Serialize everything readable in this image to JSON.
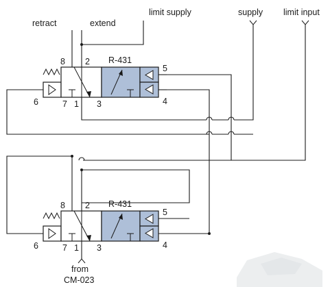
{
  "labels": {
    "retract": "retract",
    "extend": "extend",
    "limit_supply": "limit supply",
    "supply": "supply",
    "limit_input": "limit input",
    "from": "from",
    "source": "CM-023"
  },
  "valves": [
    {
      "model": "R-431",
      "ports": {
        "p8": "8",
        "p2": "2",
        "p5": "5",
        "p6": "6",
        "p7": "7",
        "p1": "1",
        "p3": "3",
        "p4": "4"
      }
    },
    {
      "model": "R-431",
      "ports": {
        "p8": "8",
        "p2": "2",
        "p5": "5",
        "p6": "6",
        "p7": "7",
        "p1": "1",
        "p3": "3",
        "p4": "4"
      }
    }
  ],
  "colors": {
    "valve_fill": "#aebfd8",
    "line": "#1a1a1a"
  },
  "icons": [
    "spring-icon",
    "pilot-triangle-icon",
    "exhaust-t-icon",
    "flow-arrow-icon",
    "junction-dot",
    "wire-crossover-hop"
  ]
}
